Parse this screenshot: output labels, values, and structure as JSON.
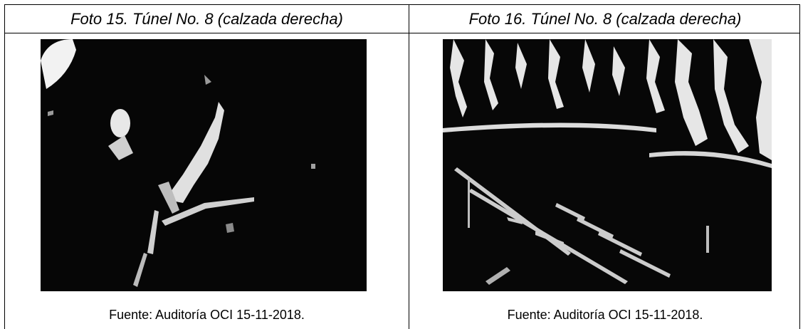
{
  "photos": [
    {
      "caption": "Foto 15. Túnel No. 8 (calzada derecha)",
      "source": "Fuente: Auditoría OCI 15-11-2018."
    },
    {
      "caption": "Foto 16.  Túnel No. 8 (calzada derecha)",
      "source": "Fuente: Auditoría OCI 15-11-2018."
    }
  ]
}
